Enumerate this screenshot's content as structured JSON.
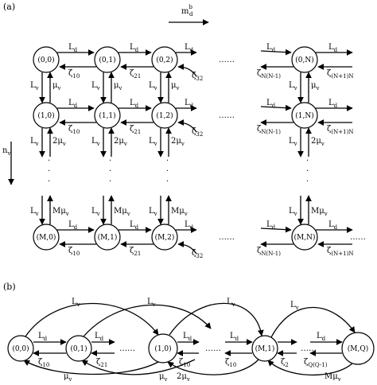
{
  "panel_a": {
    "label": "(a)",
    "top_arrow_label": "m^b_d",
    "left_arrow_label": "n_v",
    "nodes": {
      "r0": [
        "(0,0)",
        "(0,1)",
        "(0,2)",
        "(0,N)"
      ],
      "r1": [
        "(1,0)",
        "(1,1)",
        "(1,2)",
        "(1,N)"
      ],
      "rM": [
        "(M,0)",
        "(M,1)",
        "(M,2)",
        "(M,N)"
      ]
    },
    "labels": {
      "Ld": "L_d",
      "Lv": "L_v",
      "mu_v": "μ_v",
      "two_mu_v": "2μ_v",
      "M_mu_v": "Mμ_v",
      "z10": "ζ_10",
      "z21": "ζ_21",
      "z32": "ζ_32",
      "zNm1": "ζ_N(N-1)",
      "zNp1": "ζ_(N+1)N",
      "dots_h": "……",
      "dots_v": "·"
    }
  },
  "panel_b": {
    "label": "(b)",
    "nodes": [
      "(0,0)",
      "(0,1)",
      "(1,0)",
      "(M,1)",
      "(M,Q)"
    ],
    "labels": {
      "Lv": "L_v",
      "Ld": "L_d",
      "z10": "ζ_10",
      "z21": "ζ_21",
      "z2": "ζ_2",
      "zQQm1": "ζ_Q(Q-1)",
      "mu_v": "μ_v",
      "two_mu_v": "2μ_v",
      "M_mu_v": "Mμ_v",
      "dots_h": "……"
    }
  }
}
